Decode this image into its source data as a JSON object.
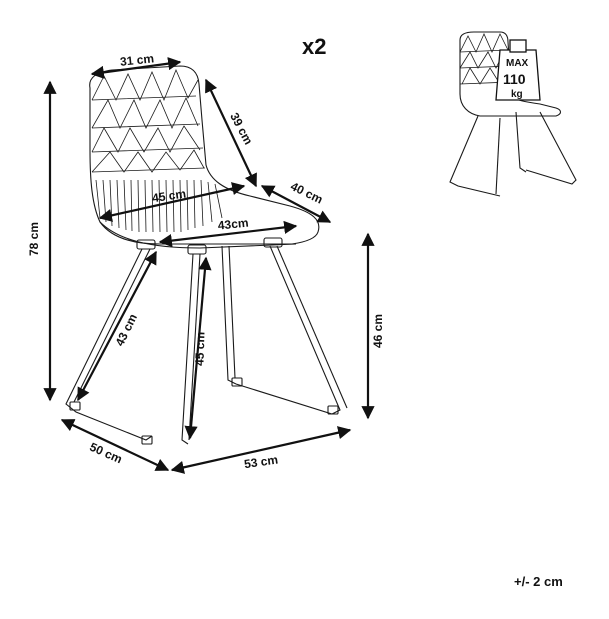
{
  "quantity": "x2",
  "tolerance": "+/- 2 cm",
  "max_load": {
    "line1": "MAX",
    "line2": "110",
    "line3": "kg"
  },
  "dimensions": {
    "seat_top_width": "31 cm",
    "back_depth": "39 cm",
    "overall_height": "78 cm",
    "seat_width": "45 cm",
    "seat_depth": "40 cm",
    "seat_inner_width": "43cm",
    "leg_length_front": "43 cm",
    "leg_length_back": "45 cm",
    "seat_height": "46 cm",
    "base_depth": "50 cm",
    "base_width": "53 cm"
  }
}
